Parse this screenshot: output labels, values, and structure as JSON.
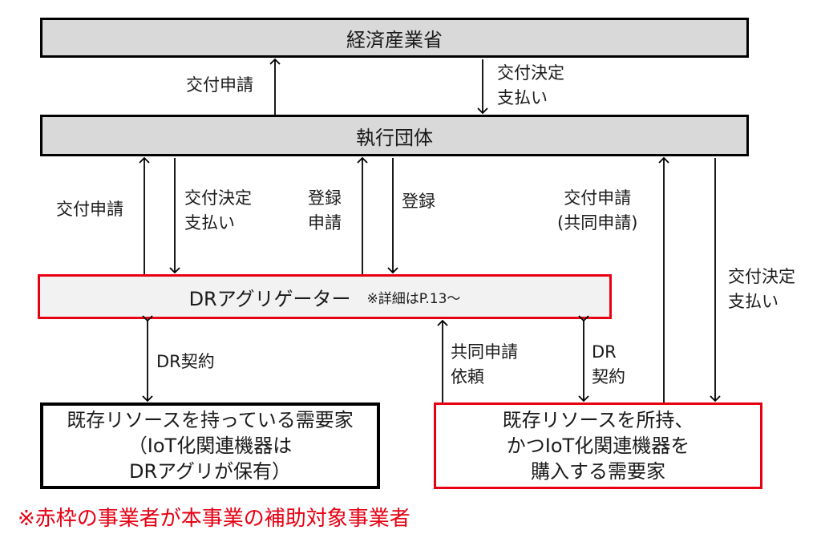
{
  "boxes": {
    "meti": "経済産業省",
    "executor": "執行団体",
    "aggregator": "DRアグリゲーター",
    "aggregator_note": "※詳細はP.13～",
    "consumer_left": [
      "既存リソースを持っている需要家",
      "（IoT化関連機器は",
      "DRアグリが保有）"
    ],
    "consumer_right": [
      "既存リソースを所持、",
      "かつIoT化関連機器を",
      "購入する需要家"
    ]
  },
  "labels": {
    "apply_top": "交付申請",
    "decision_top": [
      "交付決定",
      "支払い"
    ],
    "apply_left": "交付申請",
    "decision_left": [
      "交付決定",
      "支払い"
    ],
    "register_apply": [
      "登録",
      "申請"
    ],
    "register": "登録",
    "joint_apply": [
      "交付申請",
      "(共同申請)"
    ],
    "decision_right": [
      "交付決定",
      "支払い"
    ],
    "dr_contract_left": "DR契約",
    "joint_request": [
      "共同申請",
      "依頼"
    ],
    "dr_contract_right": [
      "DR",
      "契約"
    ]
  },
  "footnote": "※赤枠の事業者が本事業の補助対象事業者",
  "colors": {
    "box_gray": "#d9d9d9",
    "box_light": "#f2f2f2",
    "highlight_red": "#e60012"
  }
}
